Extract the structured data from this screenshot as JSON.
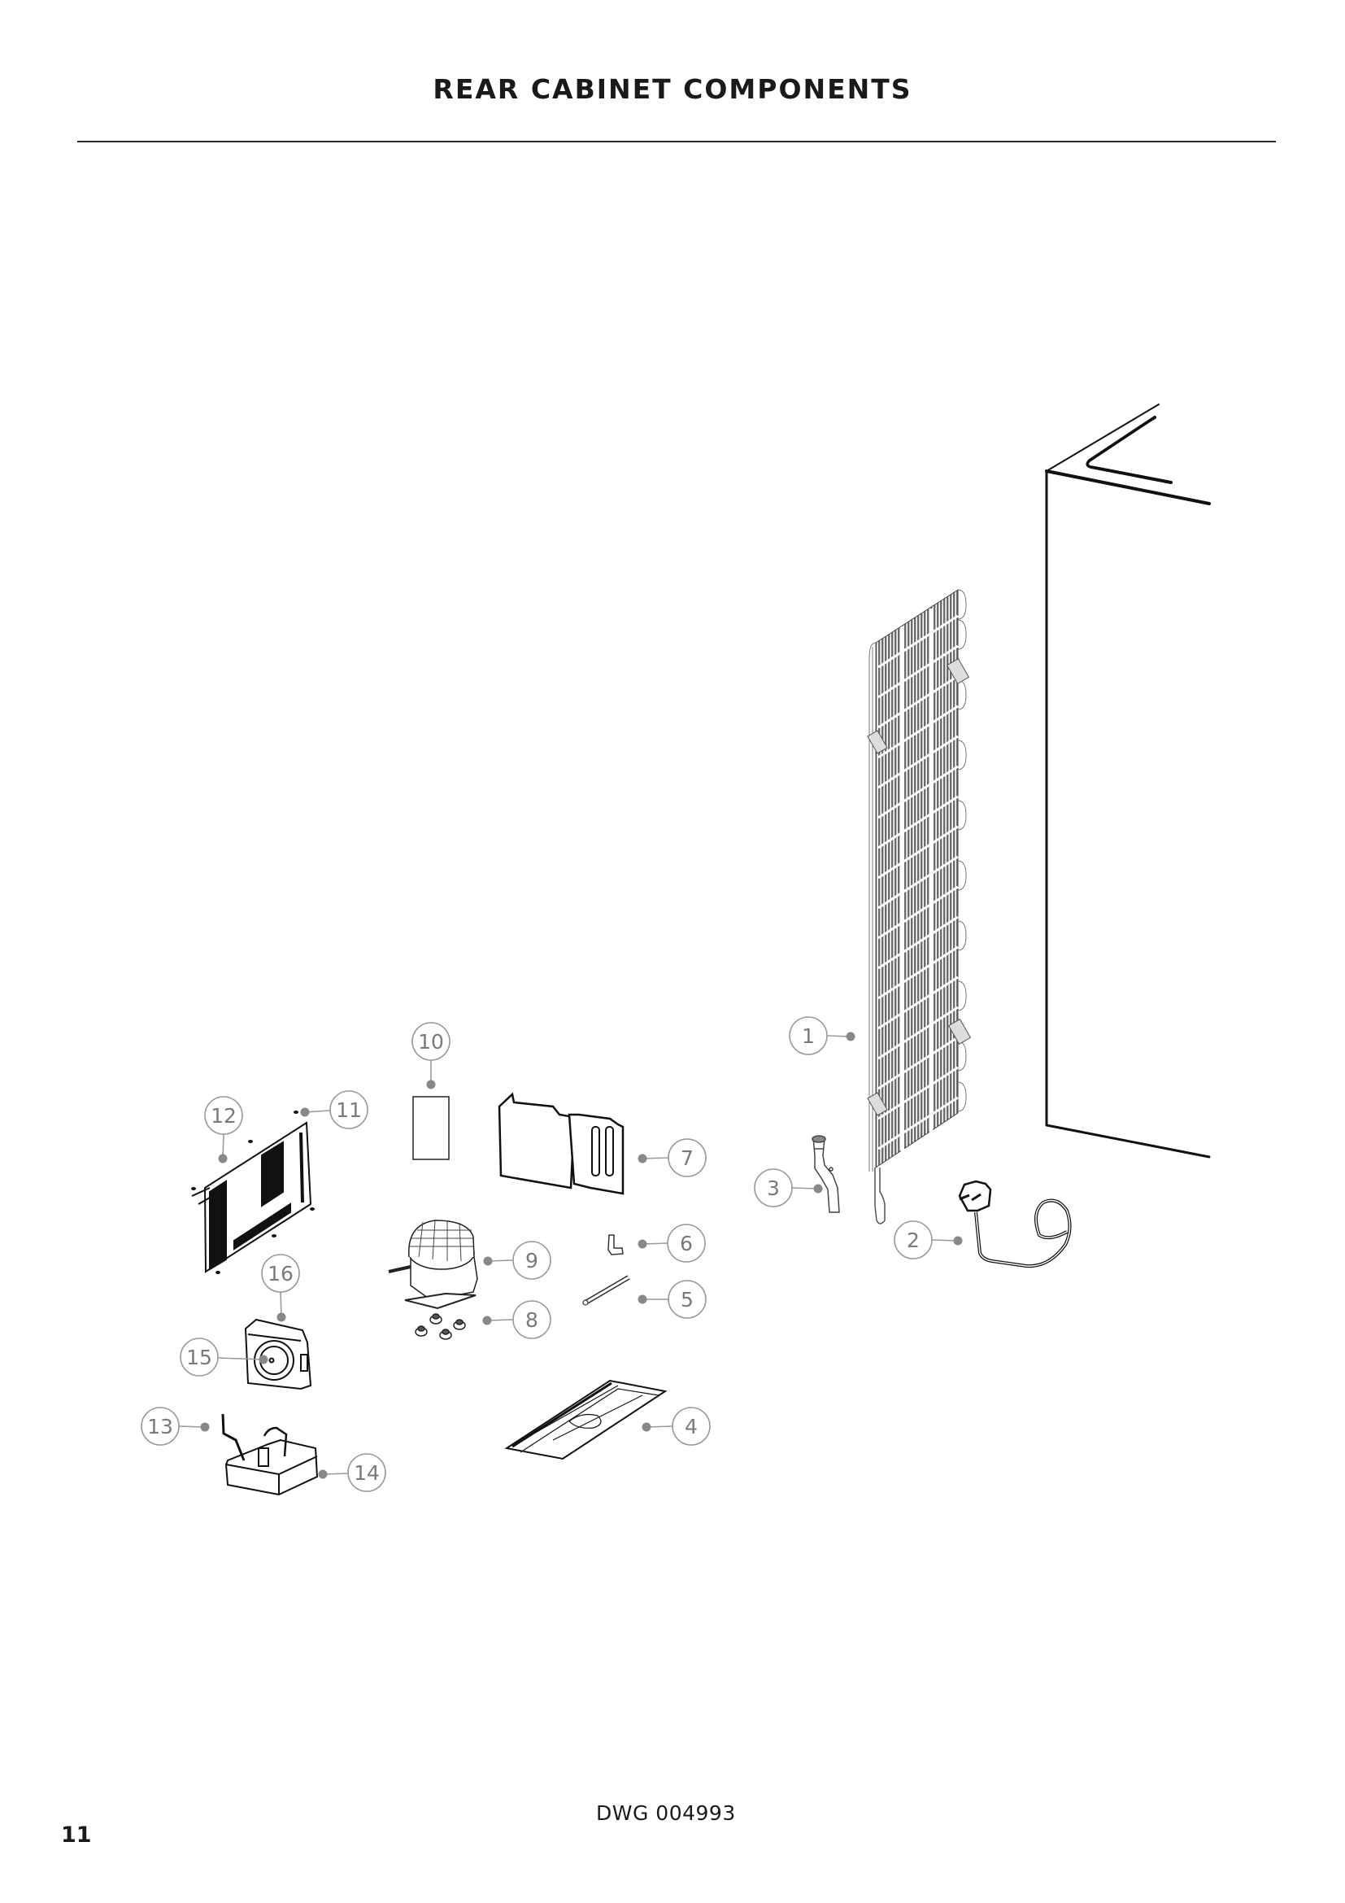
{
  "header": {
    "title": "REAR CABINET COMPONENTS"
  },
  "footer": {
    "drawing_number": "DWG 004993",
    "page_number": "11"
  },
  "colors": {
    "text": "#1a1a1a",
    "callout_stroke": "#9a9a9a",
    "callout_text": "#7a7a7a",
    "leader_dot": "#888888",
    "linework": "#111111"
  },
  "callouts": [
    {
      "id": "1",
      "part": "condenser"
    },
    {
      "id": "2",
      "part": "power-cord"
    },
    {
      "id": "3",
      "part": "drain-hose"
    },
    {
      "id": "4",
      "part": "base-tray"
    },
    {
      "id": "5",
      "part": "pin"
    },
    {
      "id": "6",
      "part": "bracket"
    },
    {
      "id": "7",
      "part": "cover"
    },
    {
      "id": "8",
      "part": "grommets"
    },
    {
      "id": "9",
      "part": "compressor"
    },
    {
      "id": "10",
      "part": "label"
    },
    {
      "id": "11",
      "part": "screws"
    },
    {
      "id": "12",
      "part": "back-panel"
    },
    {
      "id": "13",
      "part": "wiring"
    },
    {
      "id": "14",
      "part": "control-box"
    },
    {
      "id": "15",
      "part": "fan-motor"
    },
    {
      "id": "16",
      "part": "fan-housing"
    }
  ]
}
